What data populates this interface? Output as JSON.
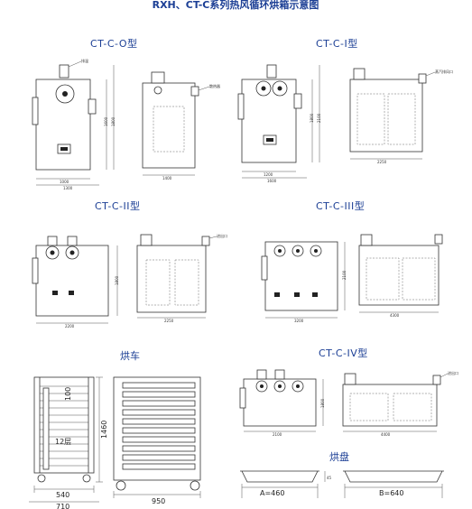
{
  "title": "RXH、CT-C系列热风循环烘箱示意图",
  "models": {
    "ct_c_0": "CT-C-O型",
    "ct_c_1": "CT-C-I型",
    "ct_c_2": "CT-C-II型",
    "ct_c_3": "CT-C-III型",
    "ct_c_4": "CT-C-IV型"
  },
  "sections": {
    "cart": "烘车",
    "tray": "烘盘"
  },
  "cart_dims": {
    "d100": "100",
    "d12": "12层",
    "d1460": "1460",
    "d540": "540",
    "d710": "710",
    "d950": "950"
  },
  "tray_dims": {
    "a": "A=460",
    "b": "B=640",
    "h": "45"
  },
  "small_dims": {
    "d1400": "1400",
    "d1200": "1200",
    "d2200": "2200",
    "d1600": "1600",
    "d1000": "1000",
    "d1300": "1300",
    "d1800": "1800",
    "d2250": "2250",
    "d2100": "2100",
    "d3200": "3200",
    "d4400": "4400",
    "d4300": "4300"
  },
  "small_notes": {
    "n1": "排温",
    "n2": "散热器",
    "n3": "蒸汽排风口",
    "n4": "进出口"
  }
}
